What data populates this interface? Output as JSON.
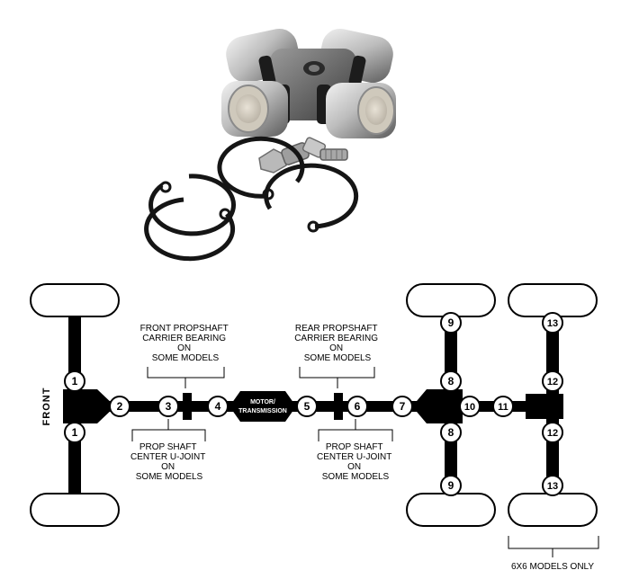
{
  "labels": {
    "front": "FRONT",
    "motor_line1": "MOTOR/",
    "motor_line2": "TRANSMISSION",
    "front_bearing": [
      "FRONT PROPSHAFT",
      "CARRIER BEARING",
      "ON",
      "SOME MODELS"
    ],
    "rear_bearing": [
      "REAR PROPSHAFT",
      "CARRIER BEARING",
      "ON",
      "SOME MODELS"
    ],
    "center_ujoint_front": [
      "PROP SHAFT",
      "CENTER U-JOINT",
      "ON",
      "SOME MODELS"
    ],
    "center_ujoint_rear": [
      "PROP SHAFT",
      "CENTER U-JOINT",
      "ON",
      "SOME MODELS"
    ],
    "models_6x6": "6X6 MODELS ONLY"
  },
  "markers": [
    "1",
    "1",
    "2",
    "3",
    "4",
    "5",
    "6",
    "7",
    "8",
    "8",
    "9",
    "9",
    "10",
    "11",
    "12",
    "12",
    "13",
    "13"
  ],
  "colors": {
    "ink": "#000000",
    "metal_light": "#d9d9d9",
    "metal_dark": "#6e6e6e",
    "ring": "#151515"
  }
}
